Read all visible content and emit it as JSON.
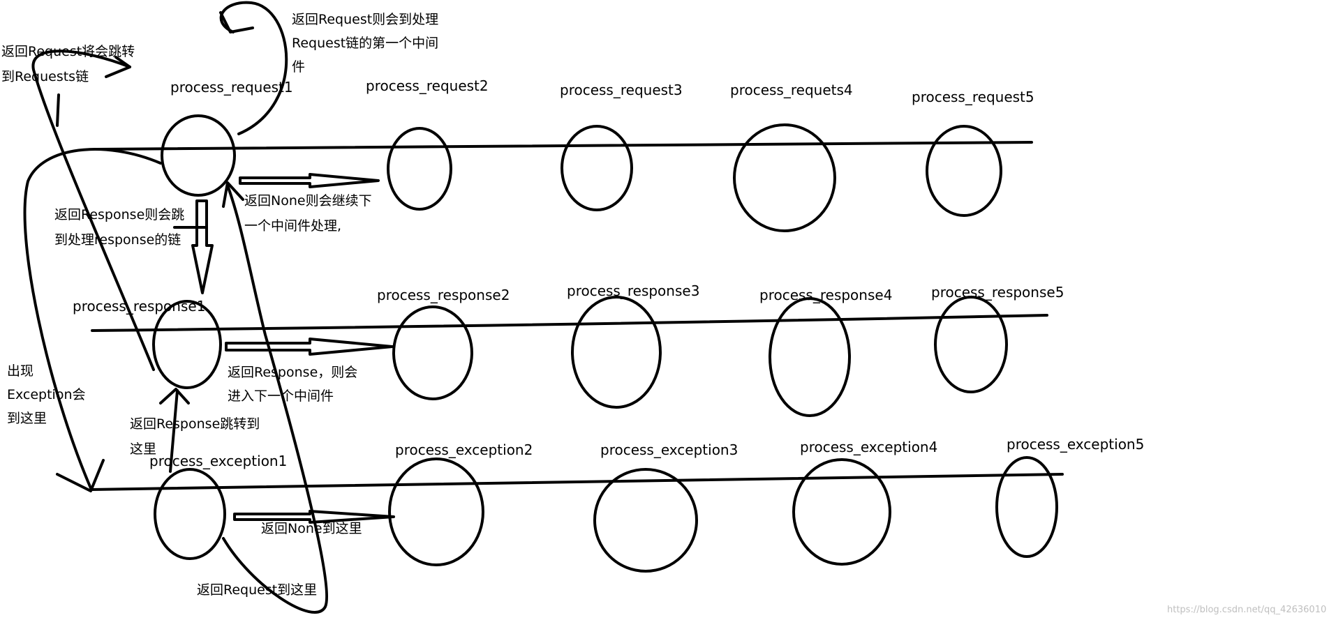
{
  "node_labels": {
    "req1": "process_request1",
    "req2": "process_request2",
    "req3": "process_request3",
    "req4": "process_requets4",
    "req5": "process_request5",
    "resp1": "process_response1",
    "resp2": "process_response2",
    "resp3": "process_response3",
    "resp4": "process_response4",
    "resp5": "process_response5",
    "exc1": "process_exception1",
    "exc2": "process_exception2",
    "exc3": "process_exception3",
    "exc4": "process_exception4",
    "exc5": "process_exception5"
  },
  "notes": {
    "req_top_1": "返回Request则会到处理",
    "req_top_2": "Request链的第一个中间",
    "req_top_3": "件",
    "req_left_1": "返回Request将会跳转",
    "req_left_2": "到Requests链",
    "resp_jump_1": "返回Response则会跳",
    "resp_jump_2": "到处理response的链",
    "none_next_1": "返回None则会继续下",
    "none_next_2": "一个中间件处理,",
    "exc_here_1": "出现",
    "exc_here_2": "Exception会",
    "exc_here_3": "到这里",
    "resp_next_1": "返回Response，则会",
    "resp_next_2": "进入下一个中间件",
    "resp_jump_here_1": "返回Response跳转到",
    "resp_jump_here_2": "这里",
    "none_here": "返回None到这里",
    "req_here": "返回Request到这里"
  },
  "watermark": "https://blog.csdn.net/qq_42636010"
}
